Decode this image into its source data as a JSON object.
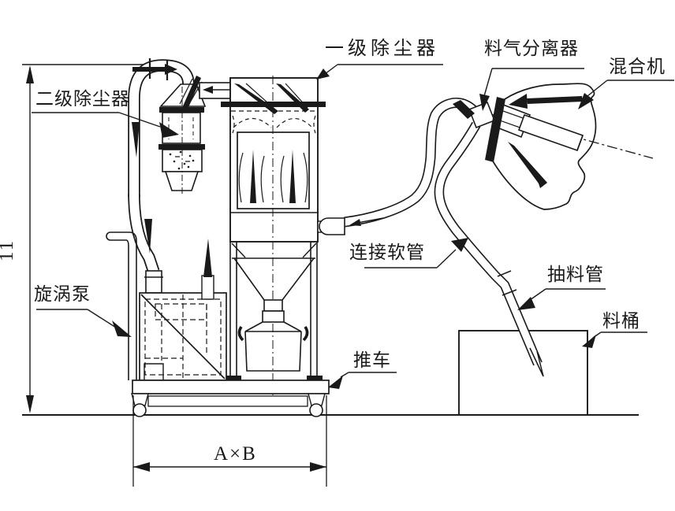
{
  "diagram": {
    "description": "Vacuum conveying / feeding system engineering diagram",
    "labels": {
      "primary_dust_collector": "一级除尘器",
      "secondary_dust_collector": "二级除尘器",
      "material_gas_separator": "料气分离器",
      "mixer": "混合机",
      "connecting_hose": "连接软管",
      "suction_pipe": "抽料管",
      "material_barrel": "料桶",
      "cart": "推车",
      "vortex_pump": "旋涡泵"
    },
    "dimensions": {
      "height": "11",
      "footprint": "A×B"
    }
  }
}
